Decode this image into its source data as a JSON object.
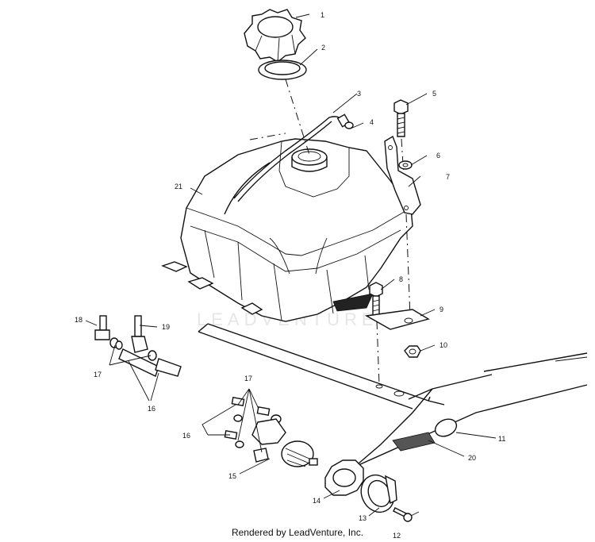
{
  "watermark": "LEADVENTURE",
  "footer": "Rendered by LeadVenture, Inc.",
  "callouts": [
    "1",
    "2",
    "3",
    "4",
    "5",
    "6",
    "7",
    "8",
    "9",
    "10",
    "11",
    "12",
    "13",
    "14",
    "15",
    "16",
    "16",
    "17",
    "17",
    "18",
    "19",
    "20",
    "21"
  ]
}
